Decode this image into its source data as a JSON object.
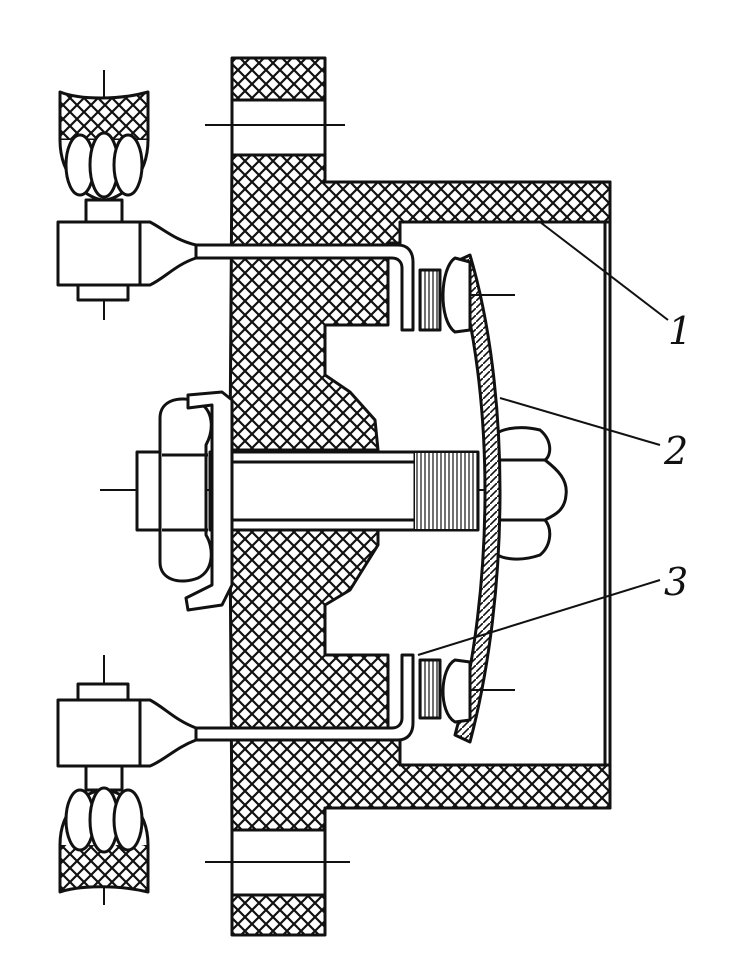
{
  "callouts": {
    "c1": "1",
    "c2": "2",
    "c3": "3"
  },
  "colors": {
    "ink": "#111111",
    "paper": "#ffffff"
  }
}
